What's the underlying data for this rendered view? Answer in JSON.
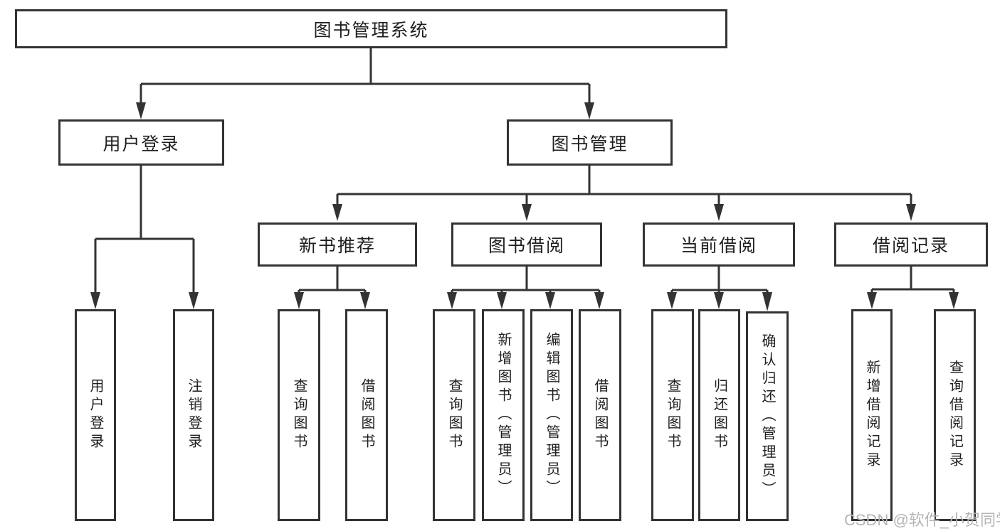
{
  "root": {
    "label": "图书管理系统"
  },
  "branches": {
    "userLogin": {
      "label": "用户登录",
      "children": [
        {
          "label": "用户登录"
        },
        {
          "label": "注销登录"
        }
      ]
    },
    "bookManagement": {
      "label": "图书管理",
      "sections": {
        "newBooks": {
          "label": "新书推荐",
          "children": [
            {
              "label": "查询图书"
            },
            {
              "label": "借阅图书"
            }
          ]
        },
        "bookBorrow": {
          "label": "图书借阅",
          "children": [
            {
              "label": "查询图书"
            },
            {
              "label": "新增图书（管理员）"
            },
            {
              "label": "编辑图书（管理员）"
            },
            {
              "label": "借阅图书"
            }
          ]
        },
        "currentBorrow": {
          "label": "当前借阅",
          "children": [
            {
              "label": "查询图书"
            },
            {
              "label": "归还图书"
            },
            {
              "label": "确认归还（管理员）"
            }
          ]
        },
        "borrowRecords": {
          "label": "借阅记录",
          "children": [
            {
              "label": "新增借阅记录"
            },
            {
              "label": "查询借阅记录"
            }
          ]
        }
      }
    }
  },
  "watermark": {
    "text": "CSDN @软件_小贺同学"
  },
  "colors": {
    "line": "#333333",
    "text": "#1f1f1f",
    "watermark": "#b5b5b5",
    "background": "#ffffff"
  }
}
